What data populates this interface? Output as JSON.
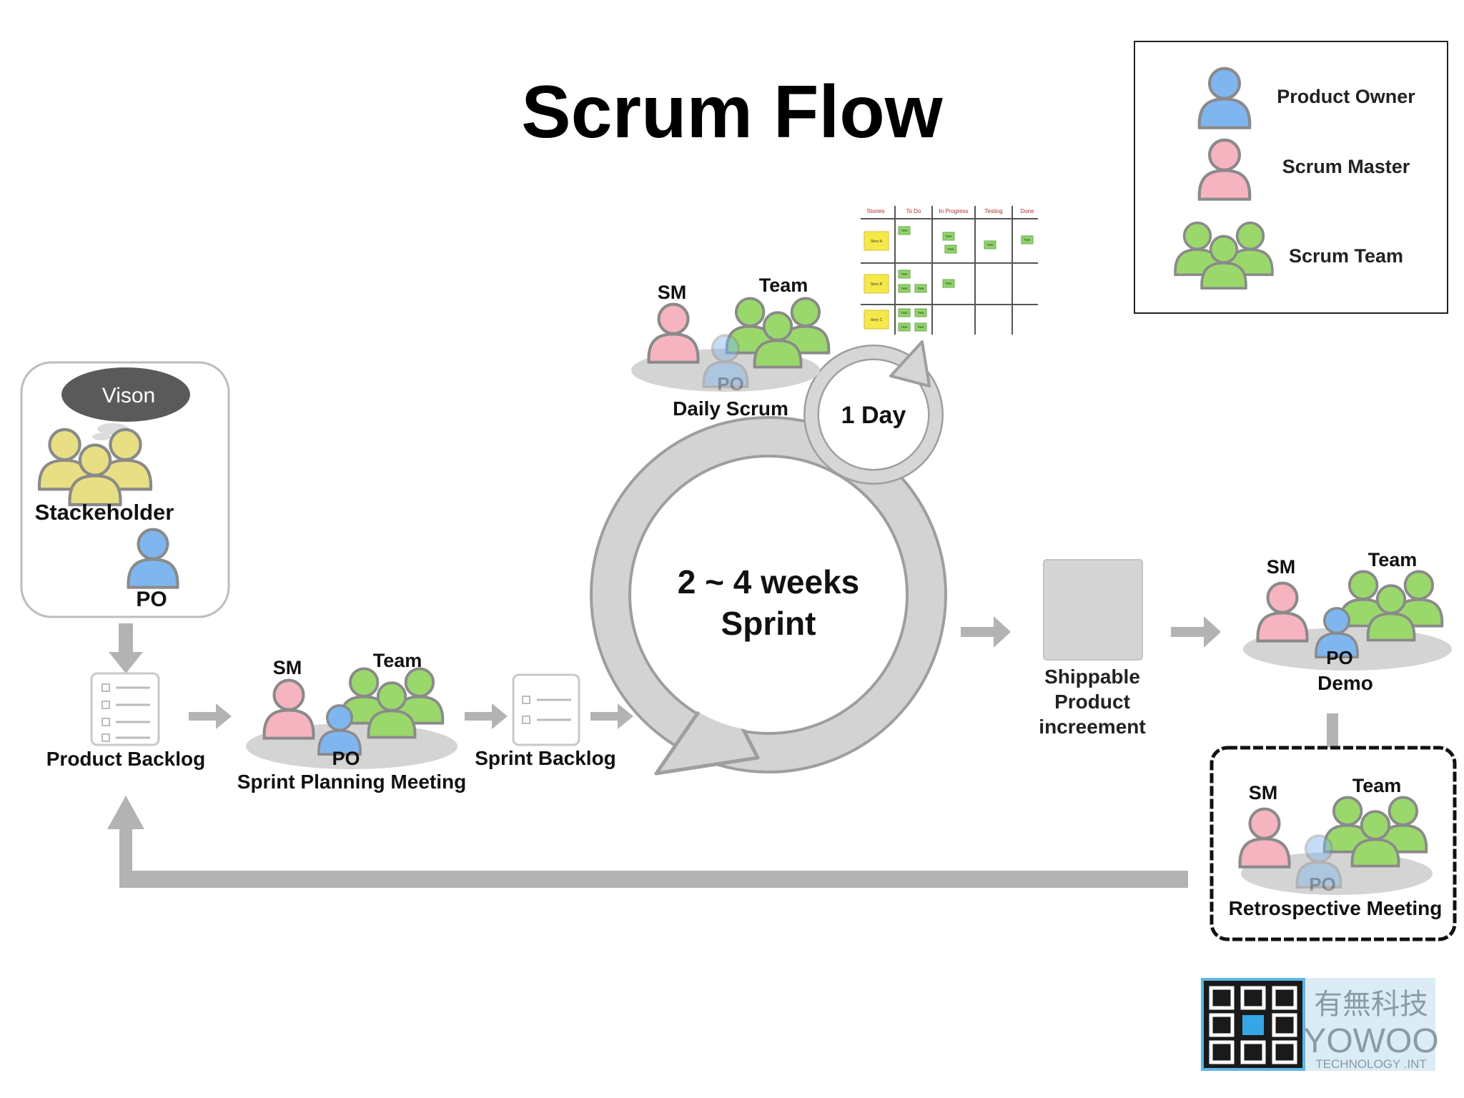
{
  "title": "Scrum Flow",
  "legend": {
    "items": [
      {
        "role": "product-owner",
        "label": "Product Owner",
        "color": "#7fb6f0"
      },
      {
        "role": "scrum-master",
        "label": "Scrum Master",
        "color": "#f6b3c0"
      },
      {
        "role": "scrum-team",
        "label": "Scrum Team",
        "color": "#9ad86c"
      }
    ]
  },
  "colors": {
    "po": "#7fb6f0",
    "sm": "#f6b3c0",
    "team": "#9ad86c",
    "stakeholder": "#e8de84",
    "arrow": "#b3b3b3",
    "sprint_ring": "#cfcfcf",
    "platform": "#d4d4d4",
    "text": "#111111"
  },
  "vision": {
    "bubble_label": "Vison",
    "stakeholder_label": "Stackeholder",
    "po_label": "PO"
  },
  "product_backlog": {
    "label": "Product Backlog"
  },
  "sprint_planning": {
    "sm_label": "SM",
    "team_label": "Team",
    "po_label": "PO",
    "label": "Sprint Planning Meeting"
  },
  "sprint_backlog": {
    "label": "Sprint Backlog"
  },
  "sprint": {
    "line1": "2 ~ 4 weeks",
    "line2": "Sprint"
  },
  "daily": {
    "cycle_label": "1 Day",
    "sm_label": "SM",
    "team_label": "Team",
    "po_label": "PO",
    "label": "Daily Scrum"
  },
  "taskboard": {
    "headers": [
      "Stories",
      "To Do",
      "In Progress",
      "Testing",
      "Done"
    ],
    "stories": [
      "Story A",
      "Story B",
      "Story C"
    ],
    "task_label": "Task"
  },
  "increment": {
    "line1": "Shippable",
    "line2": "Product",
    "line3": "increement"
  },
  "demo": {
    "sm_label": "SM",
    "team_label": "Team",
    "po_label": "PO",
    "label": "Demo"
  },
  "retro": {
    "sm_label": "SM",
    "team_label": "Team",
    "po_label": "PO",
    "label": "Retrospective Meeting"
  },
  "logo": {
    "line1": "有無科技",
    "line2": "YOWOO",
    "line3": "TECHNOLOGY .INT"
  }
}
